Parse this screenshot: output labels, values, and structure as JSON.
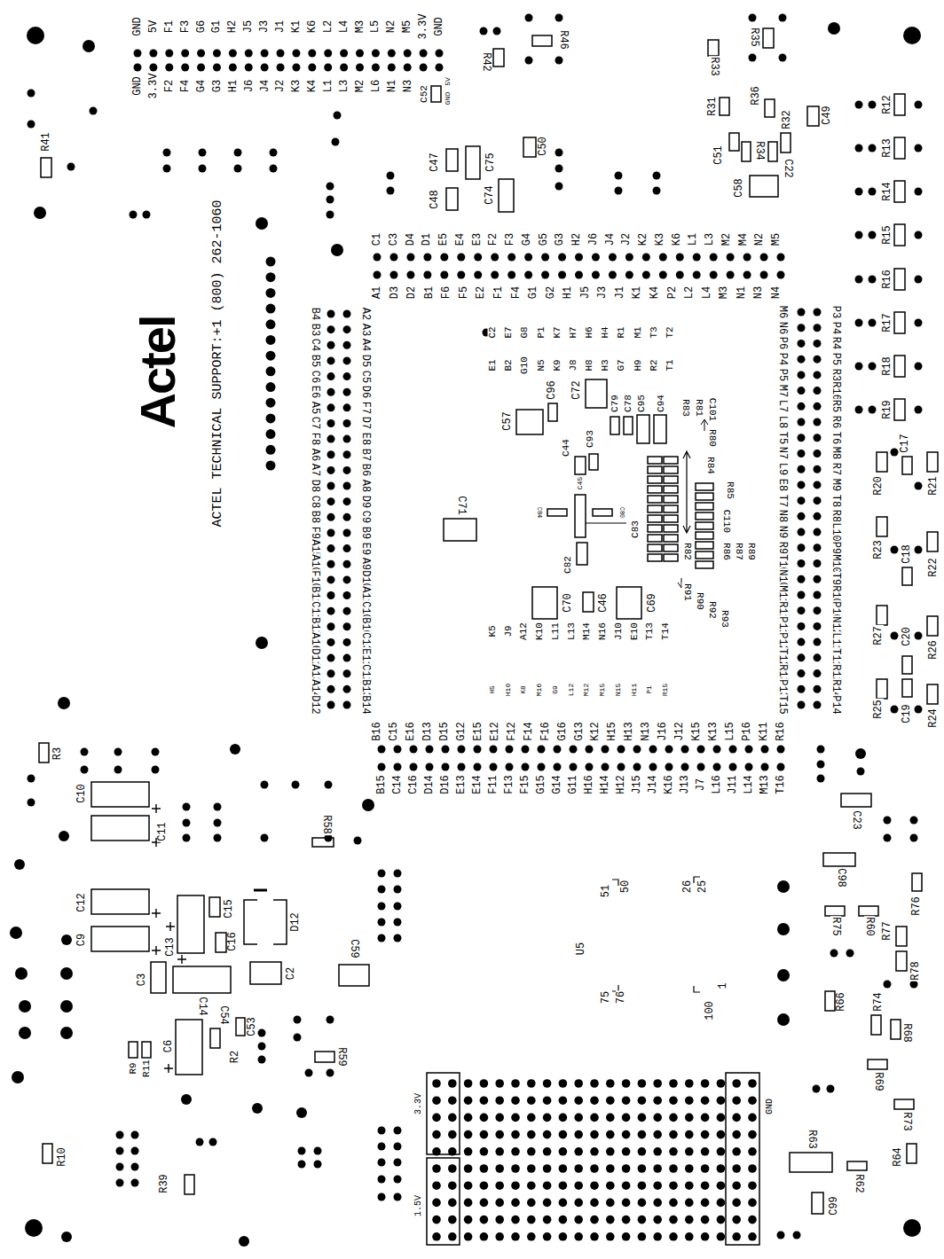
{
  "diagram": {
    "labels": [
      "GND",
      "5V",
      "F1",
      "F3",
      "G6",
      "G1",
      "H2",
      "J5",
      "J3",
      "J1",
      "K1",
      "K6",
      "L2",
      "L4",
      "M3",
      "L5",
      "N2",
      "M5",
      "3.3V",
      "GND",
      "GND",
      "3.3V",
      "F2",
      "F4",
      "G4",
      "G3",
      "H1",
      "J6",
      "J4",
      "J2",
      "K3",
      "K4",
      "L1",
      "L3",
      "M2",
      "L6",
      "N1",
      "N3",
      "C52",
      "5V",
      "GND",
      "Actel",
      "ACTEL TECHNICAL SUPPORT:+1 (800) 262-1060",
      "R41",
      "R42",
      "R46",
      "R33",
      "R35",
      "R31",
      "R36",
      "R32",
      "C49",
      "C51",
      "R34",
      "C22",
      "C58",
      "C47",
      "C75",
      "C50",
      "C48",
      "C74",
      "R12",
      "R13",
      "R14",
      "R15",
      "R16",
      "R17",
      "R18",
      "R19",
      "R20",
      "C17",
      "R21",
      "R23",
      "C18",
      "R22",
      "R27",
      "C20",
      "R26",
      "R25",
      "C19",
      "R24",
      "C1",
      "C3",
      "D4",
      "D1",
      "E5",
      "E4",
      "E3",
      "F2",
      "F3",
      "G4",
      "G5",
      "G3",
      "H2",
      "J6",
      "J4",
      "J2",
      "K2",
      "K3",
      "K6",
      "L1",
      "L3",
      "M2",
      "M4",
      "N2",
      "M5",
      "A1",
      "D3",
      "D2",
      "B1",
      "F6",
      "F5",
      "E2",
      "F1",
      "F4",
      "G1",
      "G2",
      "H1",
      "J5",
      "J3",
      "J1",
      "K1",
      "K4",
      "P2",
      "L2",
      "L4",
      "M3",
      "N1",
      "N3",
      "N4",
      "B4",
      "B3",
      "C4",
      "B5",
      "C6",
      "E6",
      "A5",
      "C7",
      "F8",
      "A6",
      "A7",
      "D8",
      "C8",
      "B8",
      "F9",
      "A15",
      "A10",
      "F10",
      "B11",
      "C11",
      "B12",
      "A16",
      "D11",
      "A13",
      "A14",
      "D12",
      "A2",
      "A3",
      "A4",
      "D5",
      "C5",
      "D6",
      "F7",
      "D7",
      "E8",
      "B7",
      "B6",
      "A8",
      "D9",
      "C9",
      "B9",
      "E9",
      "A9",
      "D10",
      "A11",
      "C10",
      "B10",
      "C13",
      "E11",
      "C12",
      "B13",
      "B14",
      "M6",
      "N6",
      "P6",
      "P4",
      "P5",
      "M7",
      "L7",
      "L8",
      "T5",
      "N7",
      "L9",
      "E8",
      "T7",
      "N8",
      "N9",
      "R9",
      "T10",
      "N10",
      "M11",
      "R11",
      "P11",
      "P12",
      "T12",
      "R13",
      "P13",
      "T15",
      "P3",
      "P4",
      "R4",
      "P5",
      "R3",
      "R16",
      "R5",
      "R6",
      "T6",
      "M8",
      "R7",
      "M9",
      "T8",
      "R8",
      "L10",
      "P9",
      "M10",
      "T9",
      "R10",
      "P10",
      "N12",
      "L11",
      "T11",
      "R12",
      "R14",
      "P14",
      "B16",
      "C15",
      "E16",
      "D13",
      "D15",
      "G12",
      "E15",
      "E12",
      "F12",
      "F14",
      "F16",
      "G16",
      "G13",
      "K12",
      "H15",
      "H13",
      "N13",
      "J16",
      "J12",
      "K15",
      "K13",
      "L15",
      "P16",
      "K11",
      "R16",
      "B15",
      "C14",
      "C16",
      "D14",
      "D16",
      "E13",
      "E14",
      "F11",
      "F13",
      "F15",
      "G15",
      "G14",
      "G11",
      "H16",
      "H14",
      "H12",
      "J15",
      "J14",
      "K16",
      "J13",
      "J7",
      "L16",
      "J11",
      "L14",
      "M13",
      "T16",
      "C2",
      "E7",
      "G8",
      "P1",
      "K7",
      "H7",
      "H6",
      "H4",
      "R1",
      "M1",
      "T3",
      "T2",
      "E1",
      "B2",
      "G10",
      "N5",
      "K9",
      "J8",
      "H8",
      "H3",
      "G7",
      "H9",
      "R2",
      "T1",
      "K5",
      "J9",
      "A12",
      "K10",
      "L11",
      "L13",
      "M14",
      "N16",
      "J10",
      "E10",
      "T13",
      "T14",
      "H5",
      "H10",
      "K8",
      "M16",
      "G9",
      "L12",
      "M12",
      "M15",
      "N15",
      "H11",
      "P1",
      "R15",
      "C57",
      "C96",
      "C72",
      "C79",
      "C78",
      "C95",
      "C94",
      "R83",
      "R81",
      "C101",
      "R80",
      "C44",
      "C93",
      "R84",
      "R85",
      "C110",
      "R86",
      "R87",
      "R89",
      "C45",
      "C84",
      "C80",
      "C83",
      "C82",
      "R82",
      "R91",
      "R90",
      "R92",
      "R93",
      "C71",
      "C70",
      "C46",
      "C69",
      "R3",
      "C10",
      "C11",
      "R58",
      "C12",
      "C9",
      "C13",
      "C15",
      "D12",
      "C16",
      "C3",
      "C14",
      "C2",
      "C59",
      "C54",
      "C53",
      "C6",
      "R9",
      "R11",
      "R2",
      "R59",
      "R10",
      "R39",
      "3.3V",
      "1.5V",
      "GND",
      "U5",
      "51",
      "50",
      "26",
      "25",
      "75",
      "76",
      "100",
      "1",
      "C23",
      "C98",
      "R76",
      "R75",
      "R60",
      "R77",
      "R78",
      "R66",
      "R74",
      "R68",
      "R69",
      "R73",
      "R64",
      "R63",
      "R62",
      "C99"
    ]
  }
}
